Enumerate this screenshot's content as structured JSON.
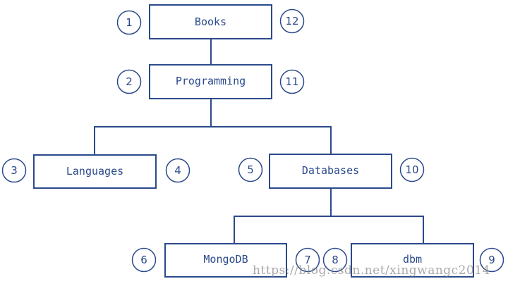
{
  "nodes": {
    "books": {
      "label": "Books",
      "left_num": "1",
      "right_num": "12"
    },
    "programming": {
      "label": "Programming",
      "left_num": "2",
      "right_num": "11"
    },
    "languages": {
      "label": "Languages",
      "left_num": "3",
      "right_num": "4"
    },
    "databases": {
      "label": "Databases",
      "left_num": "5",
      "right_num": "10"
    },
    "mongodb": {
      "label": "MongoDB",
      "left_num": "6",
      "right_num": "7"
    },
    "dbm": {
      "label": "dbm",
      "left_num": "8",
      "right_num": "9"
    }
  },
  "watermark": "https://blog.csdn.net/xingwangc2014",
  "colors": {
    "stroke": "#2b4a8b",
    "text": "#2b4a8b",
    "background": "#ffffff"
  }
}
